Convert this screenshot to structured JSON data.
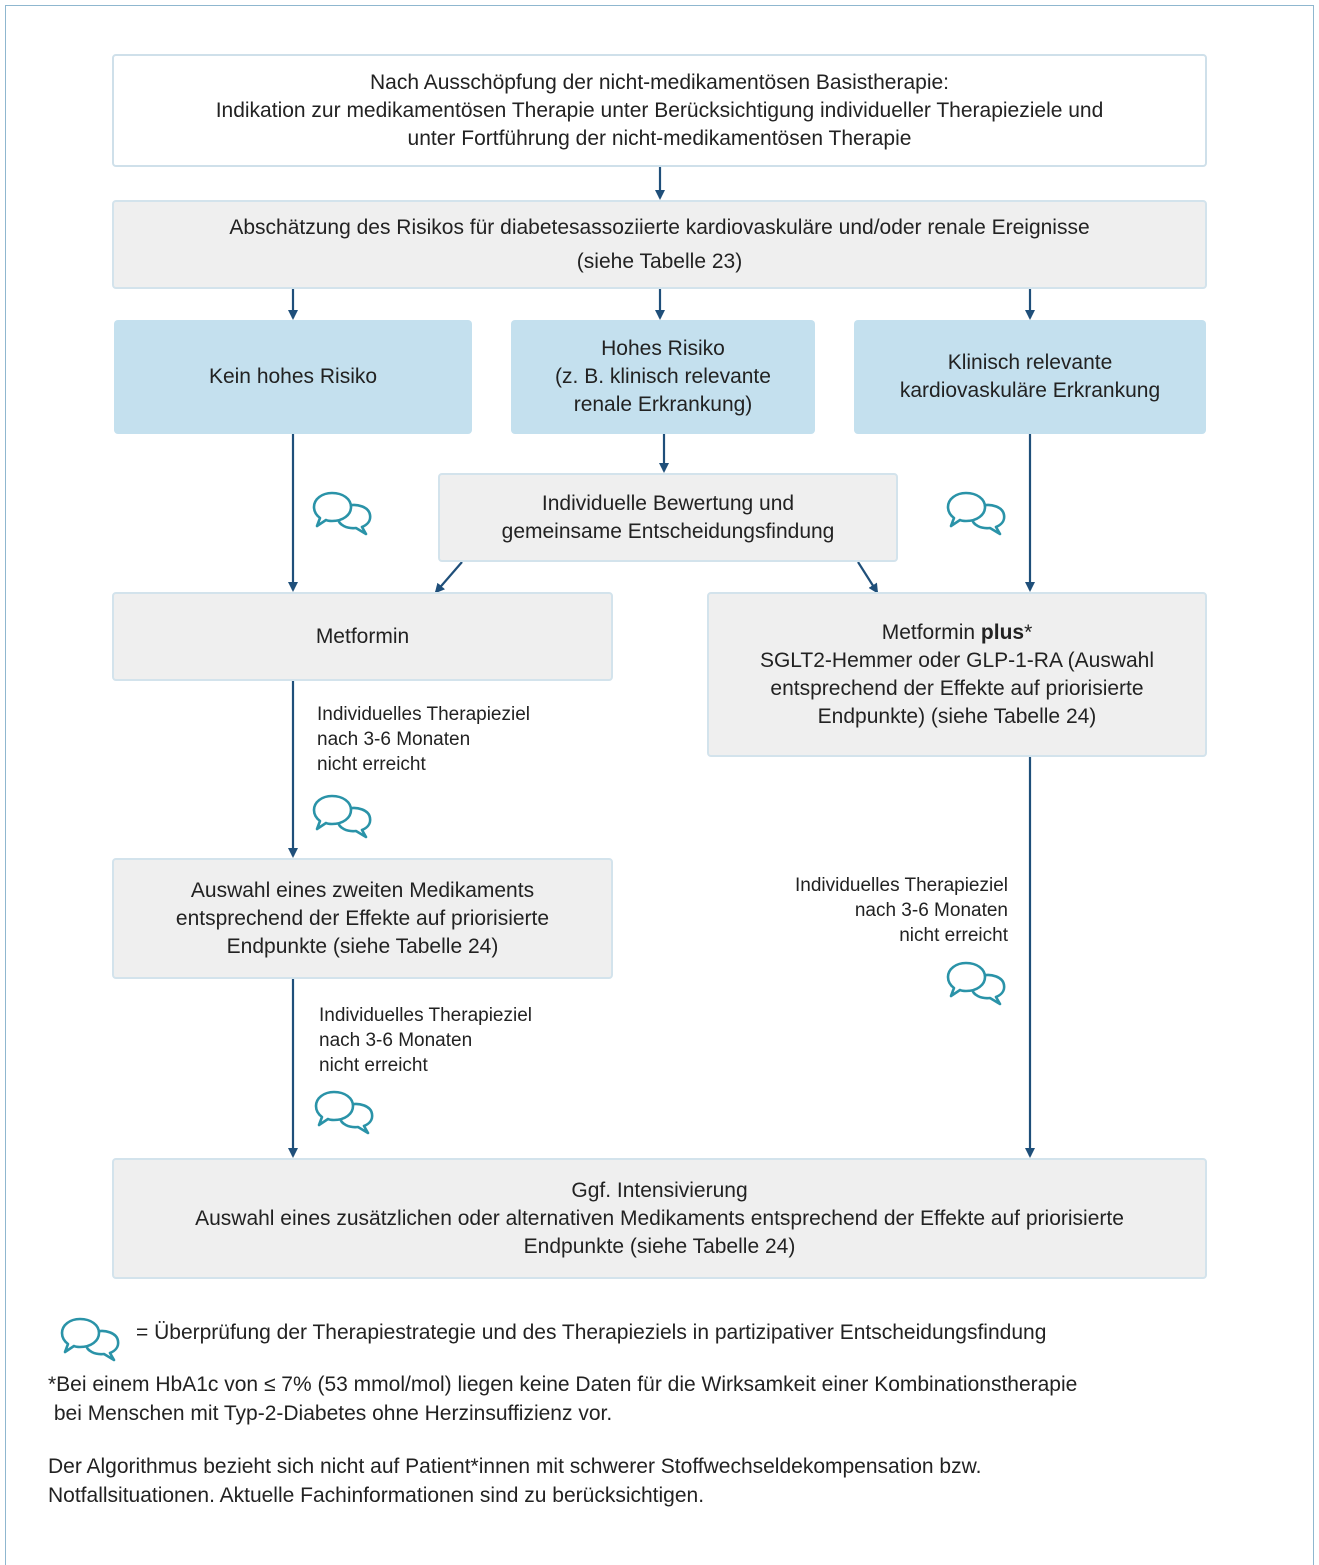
{
  "colors": {
    "arrow": "#1f4f7a",
    "bubble": "#2a93a8",
    "blue_box": "#c4e0ee",
    "grey_box": "#efefef",
    "frame": "#8fb7cf"
  },
  "icons": {
    "bubble": "speech-bubbles-icon"
  },
  "nodes": {
    "start": [
      "Nach Ausschöpfung der nicht-medikamentösen Basistherapie:",
      "Indikation zur medikamentösen Therapie unter Berücksichtigung individueller Therapieziele und",
      "unter Fortführung der nicht-medikamentösen Therapie"
    ],
    "risk": [
      "Abschätzung des Risikos für diabetesassoziierte kardiovaskuläre und/oder renale Ereignisse",
      "(siehe Tabelle 23)"
    ],
    "no_risk": [
      "Kein hohes Risiko"
    ],
    "high_risk": [
      "Hohes Risiko",
      "(z. B. klinisch relevante",
      "renale Erkrankung)"
    ],
    "cv": [
      "Klinisch relevante",
      "kardiovaskuläre Erkrankung"
    ],
    "individual": [
      "Individuelle Bewertung und",
      "gemeinsame Entscheidungsfindung"
    ],
    "metformin": [
      "Metformin"
    ],
    "metformin_plus": {
      "prefix": "Metformin ",
      "bold": "plus",
      "suffix": "*",
      "lines": [
        "SGLT2-Hemmer oder GLP-1-RA (Auswahl",
        "entsprechend der Effekte auf priorisierte",
        "Endpunkte) (siehe Tabelle 24)"
      ]
    },
    "second": [
      "Auswahl eines zweiten Medikaments",
      "entsprechend der Effekte auf priorisierte",
      "Endpunkte (siehe Tabelle 24)"
    ],
    "intensify": [
      "Ggf. Intensivierung",
      "Auswahl eines zusätzlichen oder alternativen Medikaments entsprechend der Effekte auf priorisierte",
      "Endpunkte (siehe Tabelle 24)"
    ]
  },
  "edge_labels": {
    "a": [
      "Individuelles Therapieziel",
      "nach 3-6 Monaten",
      "nicht erreicht"
    ],
    "b": [
      "Individuelles Therapieziel",
      "nach 3-6 Monaten",
      "nicht erreicht"
    ],
    "c": [
      "Individuelles Therapieziel",
      "nach 3-6 Monaten",
      "nicht erreicht"
    ]
  },
  "legend": "= Überprüfung der Therapiestrategie und des Therapieziels in partizipativer Entscheidungsfindung",
  "footnote": [
    "*Bei einem HbA1c von ≤ 7% (53 mmol/mol) liegen keine Daten für die Wirksamkeit einer Kombinationstherapie",
    " bei Menschen mit Typ-2-Diabetes ohne Herzinsuffizienz vor."
  ],
  "note": [
    "Der Algorithmus bezieht sich nicht auf Patient*innen mit schwerer Stoffwechseldekompensation bzw.",
    "Notfallsituationen. Aktuelle Fachinformationen sind zu berücksichtigen."
  ]
}
